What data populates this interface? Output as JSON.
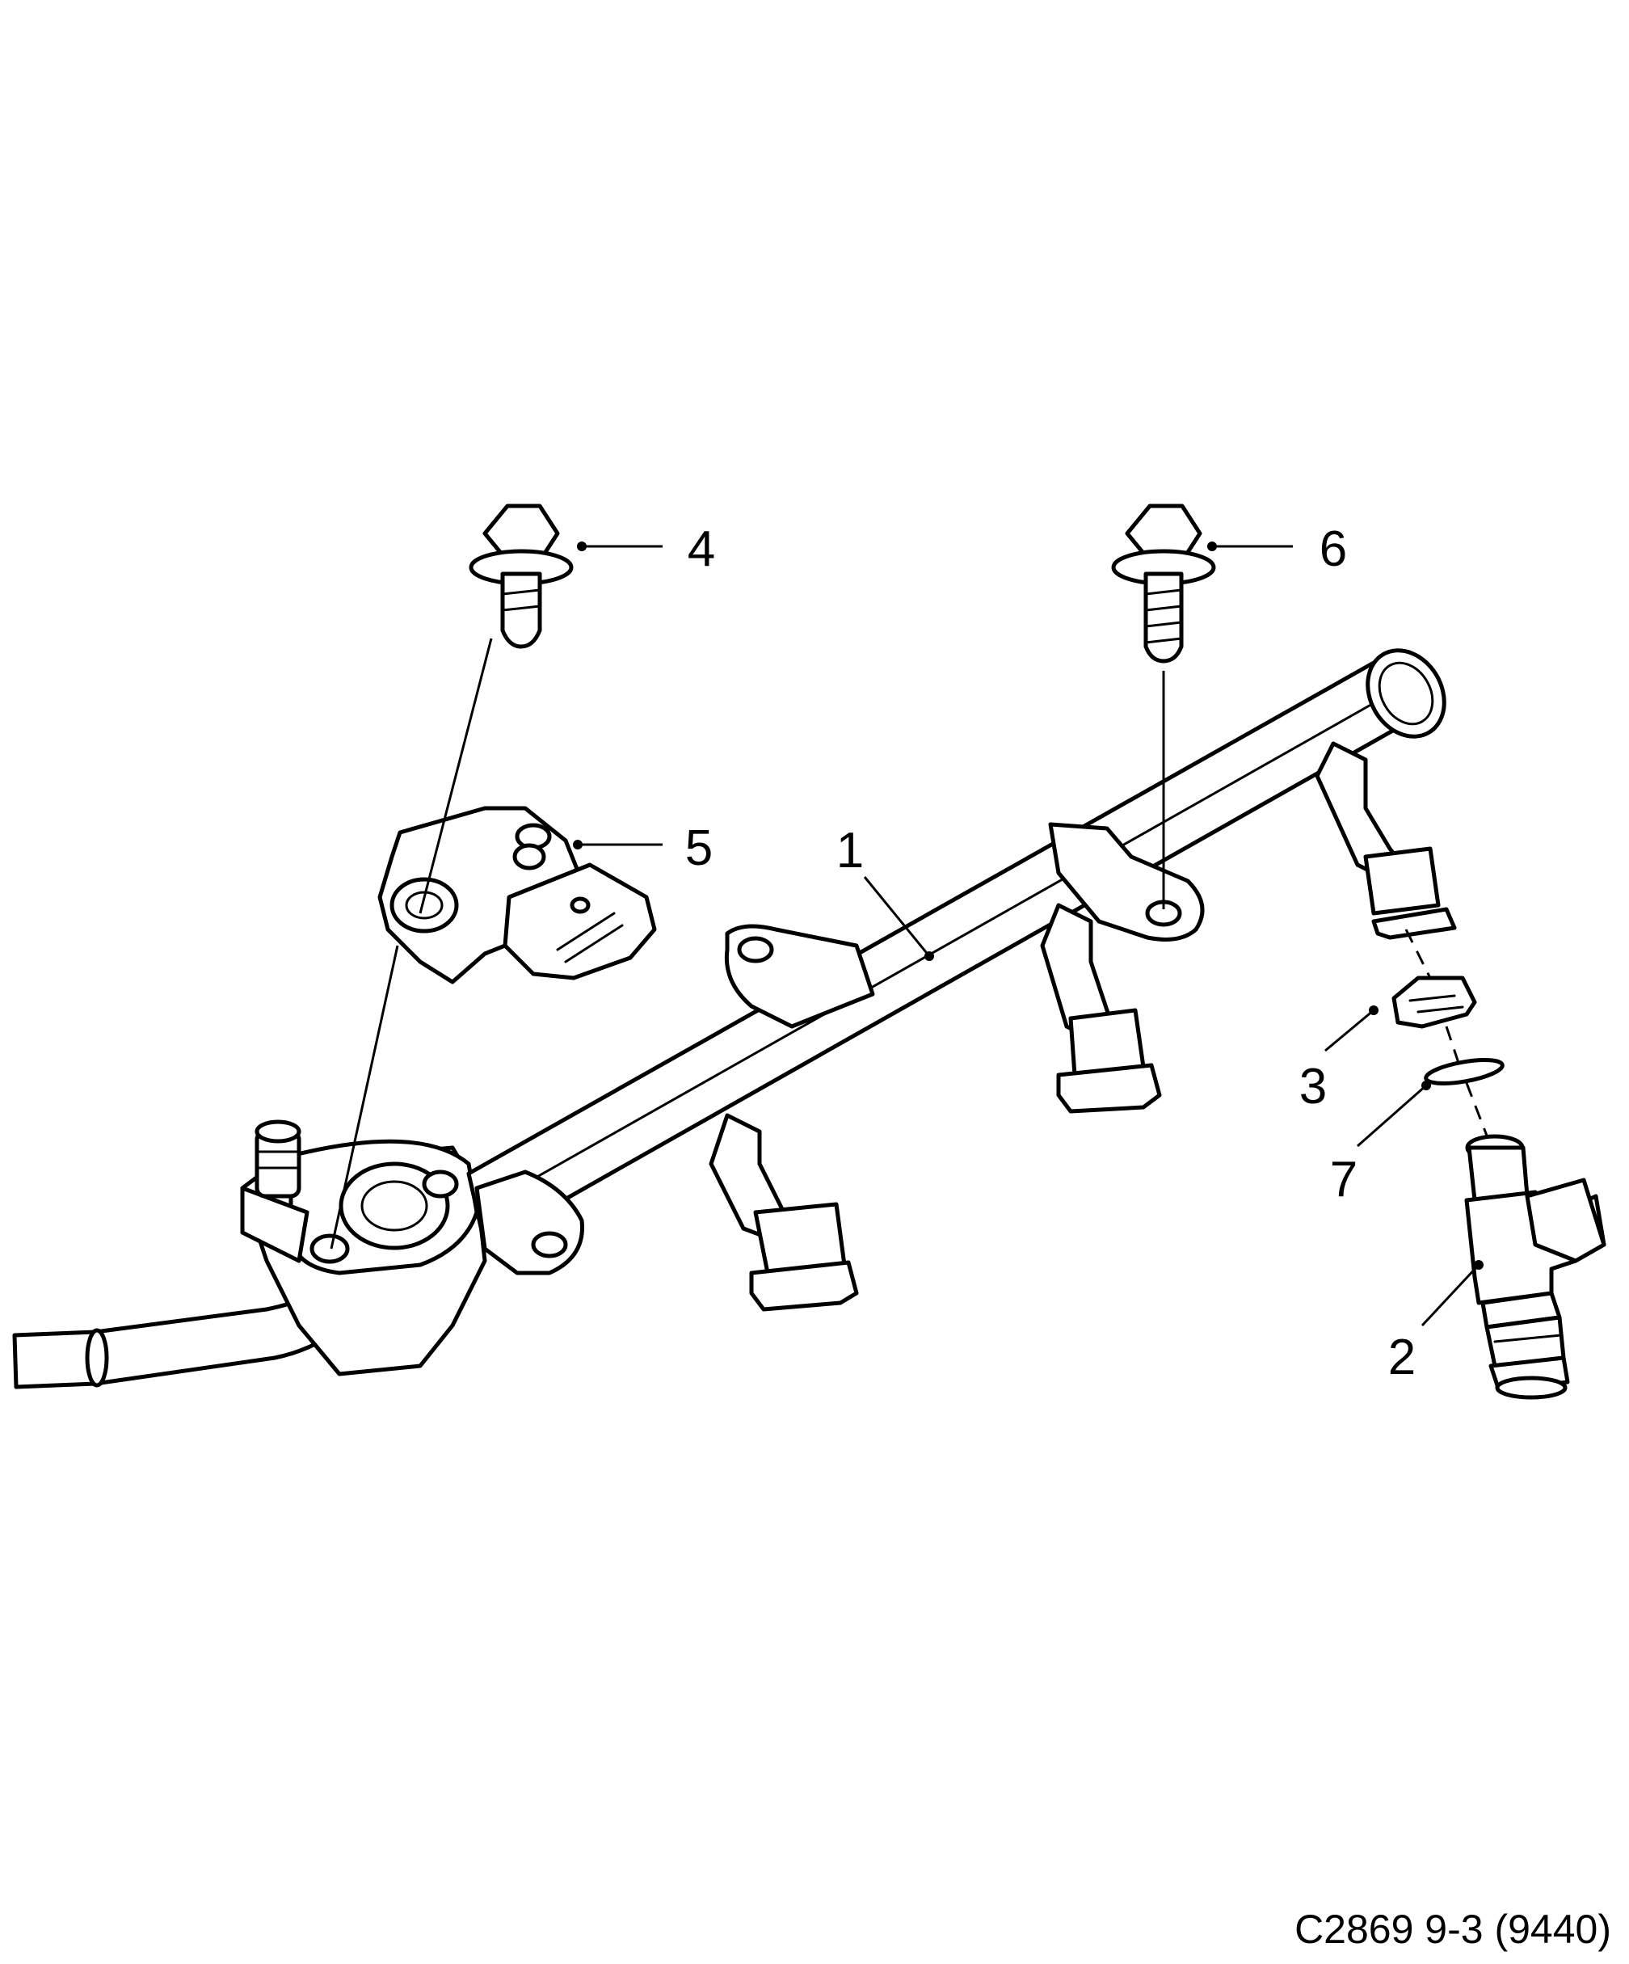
{
  "diagram": {
    "callouts": [
      {
        "id": "1",
        "label": "1"
      },
      {
        "id": "2",
        "label": "2"
      },
      {
        "id": "3",
        "label": "3"
      },
      {
        "id": "4",
        "label": "4"
      },
      {
        "id": "5",
        "label": "5"
      },
      {
        "id": "6",
        "label": "6"
      },
      {
        "id": "7",
        "label": "7"
      }
    ],
    "reference": "C2869 9-3 (9440)"
  }
}
